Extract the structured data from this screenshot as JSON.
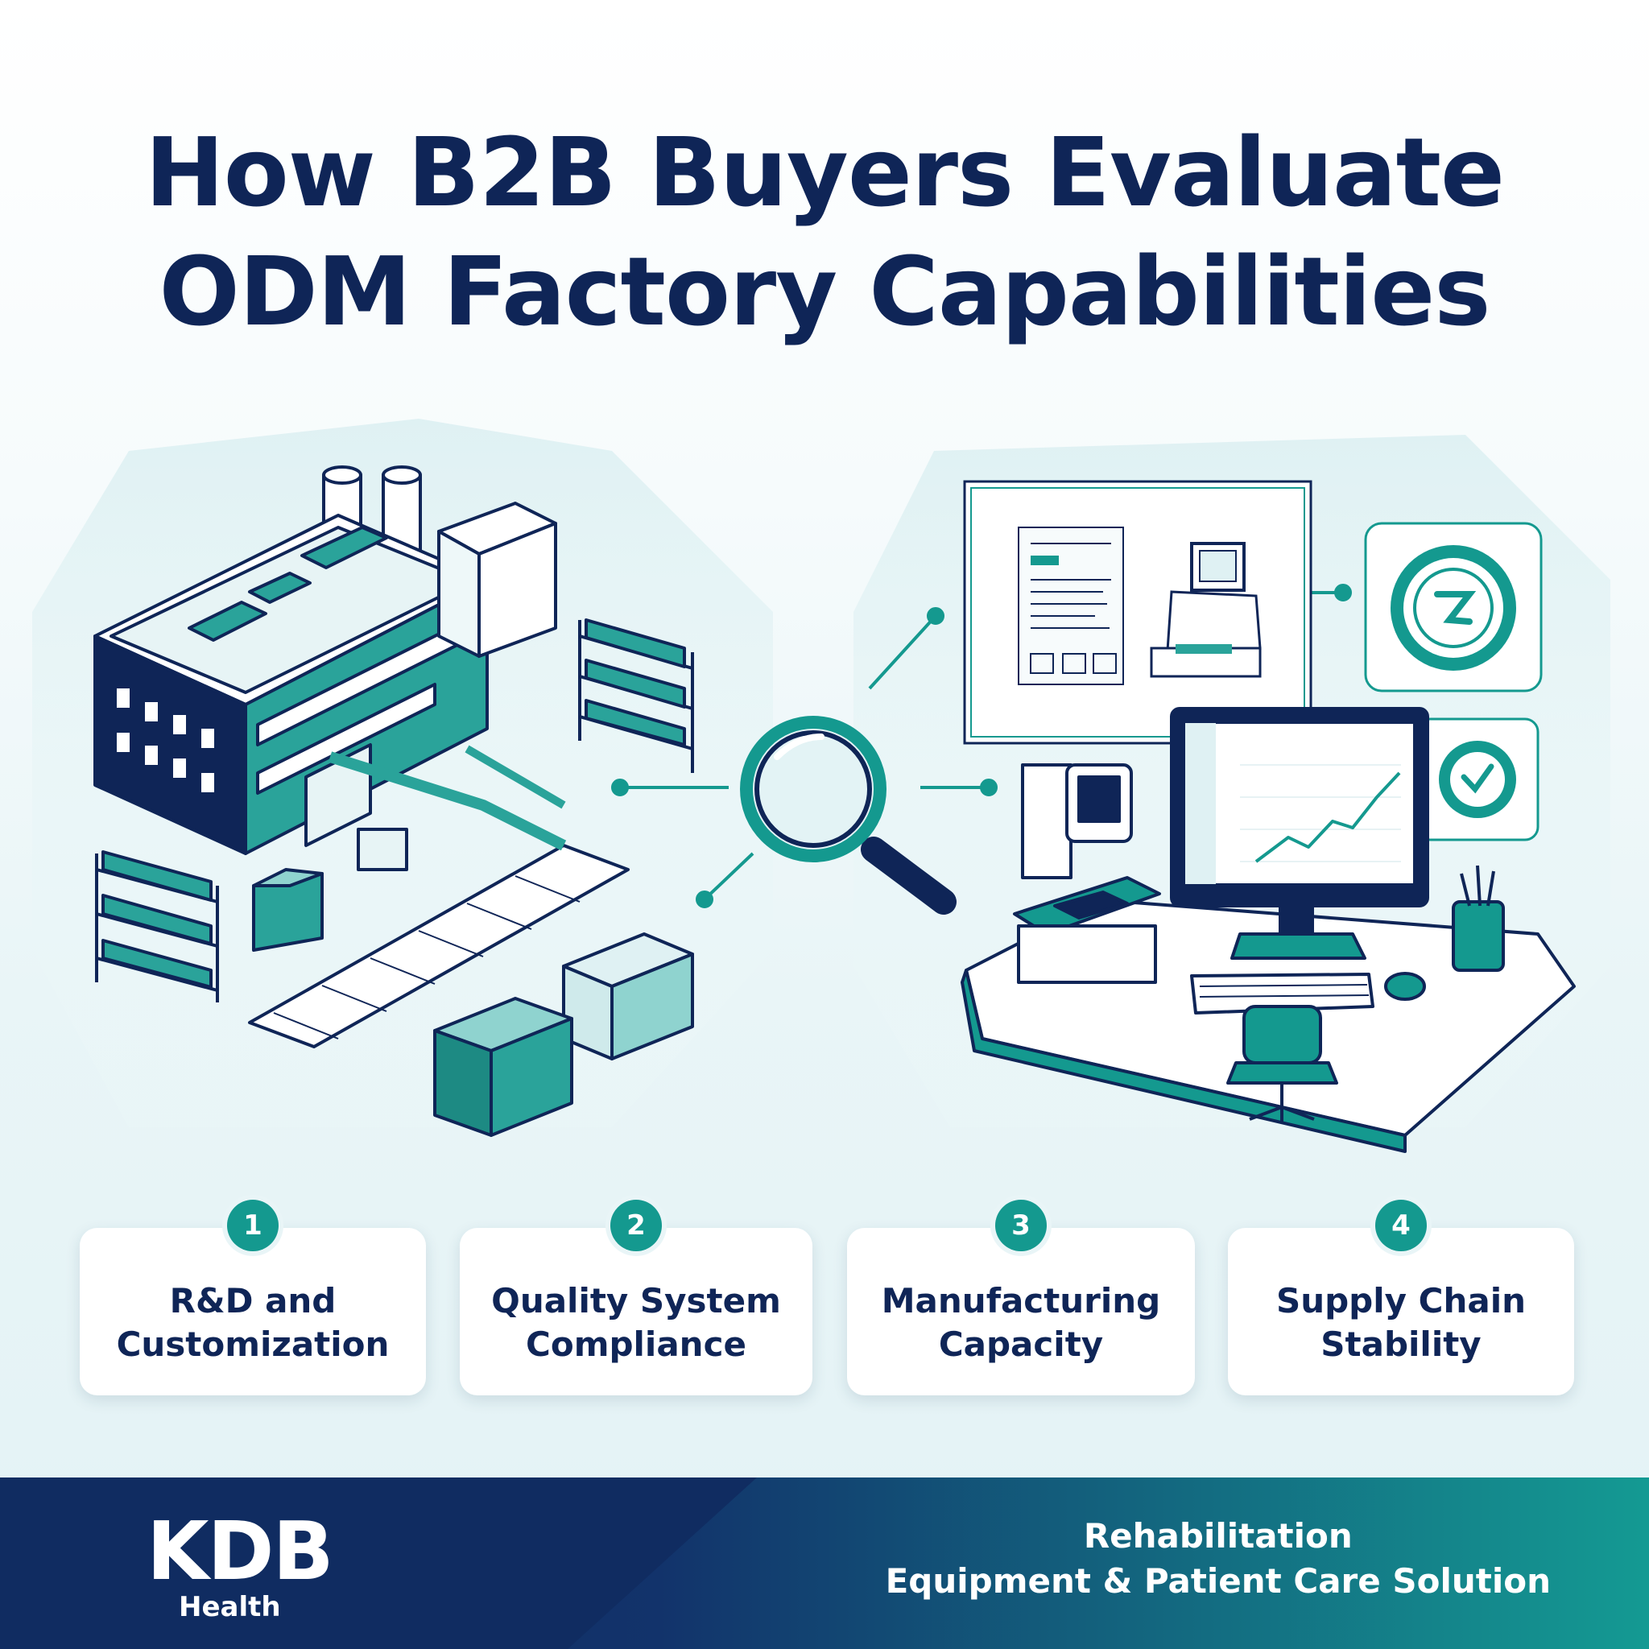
{
  "title": {
    "line1": "How B2B Buyers Evaluate",
    "line2": "ODM Factory Capabilities"
  },
  "icons": {
    "factory": "factory-illustration-icon",
    "magnifier": "magnifying-glass-icon",
    "workstation": "engineering-workstation-icon",
    "blueprint": "blueprint-document-icon",
    "certificate_large": "certification-seal-icon",
    "certificate_small": "quality-badge-icon"
  },
  "cards": [
    {
      "num": "1",
      "label": "R&D and\nCustomization"
    },
    {
      "num": "2",
      "label": "Quality System\nCompliance"
    },
    {
      "num": "3",
      "label": "Manufacturing\nCapacity"
    },
    {
      "num": "4",
      "label": "Supply Chain\nStability"
    }
  ],
  "footer": {
    "brand": "KDB",
    "brand_sub": "Health",
    "tagline_line1": "Rehabilitation",
    "tagline_line2": "Equipment & Patient Care Solution"
  },
  "colors": {
    "navy": "#0f2557",
    "teal": "#14998f",
    "teal_light": "#8fd3cf",
    "footer_dark": "#102c61",
    "footer_teal": "#1a9fa0"
  }
}
